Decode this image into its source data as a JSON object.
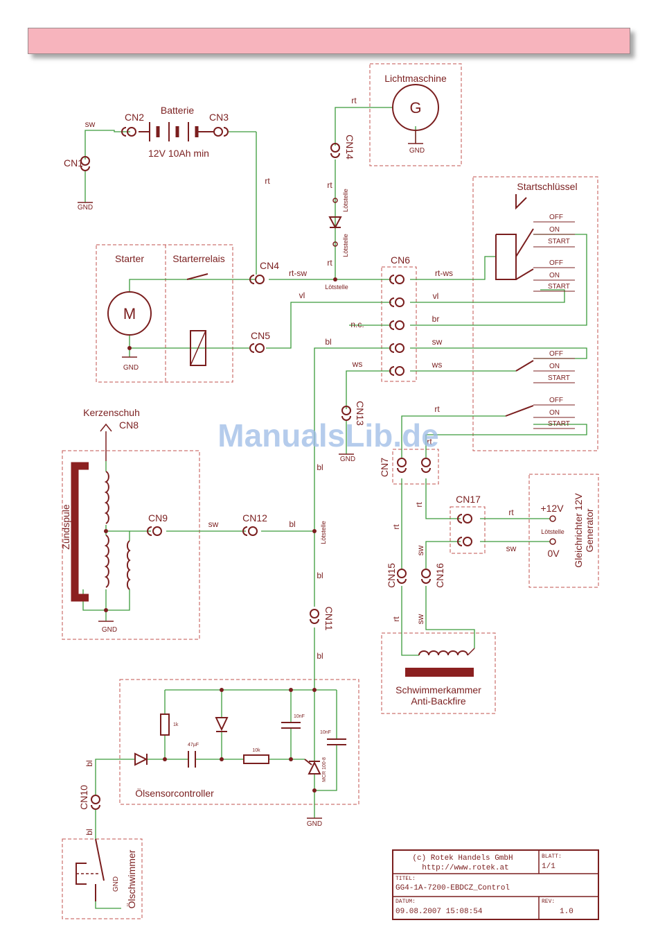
{
  "colors": {
    "wire": "#3a9a3a",
    "component": "#7a1e1e",
    "label": "#7a1e1e",
    "header": "#f7b4bd",
    "watermark": "#9dbce6"
  },
  "battery": {
    "label": "Batterie",
    "spec": "12V 10Ah min"
  },
  "generator": {
    "label": "Lichtmaschine",
    "symbol": "G"
  },
  "key": {
    "label": "Startschlüssel",
    "off": "OFF",
    "on": "ON",
    "start": "START"
  },
  "starter": {
    "label": "Starter",
    "symbol": "M"
  },
  "relay": {
    "label": "Starterrelais"
  },
  "gnd": "GND",
  "solder": "Lötstelle",
  "connectors": {
    "cn1": "CN1",
    "cn2": "CN2",
    "cn3": "CN3",
    "cn4": "CN4",
    "cn5": "CN5",
    "cn6": "CN6",
    "cn7": "CN7",
    "cn8": "CN8",
    "cn9": "CN9",
    "cn10": "CN10",
    "cn11": "CN11",
    "cn12": "CN12",
    "cn13": "CN13",
    "cn14": "CN14",
    "cn15": "CN15",
    "cn16": "CN16",
    "cn17": "CN17"
  },
  "wires": {
    "sw": "sw",
    "rt": "rt",
    "rt_sw": "rt-sw",
    "rt_ws": "rt-ws",
    "vl": "vl",
    "br": "br",
    "bl": "bl",
    "ws": "ws",
    "nc": "n.c."
  },
  "ignition": {
    "plug_label": "Kerzenschuh",
    "coil_label": "Zündspule"
  },
  "rectifier": {
    "label_line1": "Gleichrichter 12V",
    "label_line2": "Generator",
    "plus": "+12V",
    "zero": "0V"
  },
  "float_chamber": {
    "label_line1": "Schwimmerkammer",
    "label_line2": "Anti-Backfire"
  },
  "oil_controller": {
    "label": "Ölsensorcontroller",
    "r1": "1k",
    "c1": "47µF",
    "r2": "10k",
    "c2": "10nF",
    "c3": "10nF",
    "scr": "MCR 100-8"
  },
  "oil_float": {
    "label": "Ölschwimmer"
  },
  "watermark": "ManualsLib.de",
  "title_block": {
    "company": "(c) Rotek Handels GmbH",
    "url": "http://www.rotek.at",
    "sheet_label": "BLATT:",
    "sheet": "1/1",
    "title_label": "TITEL:",
    "title": "GG4-1A-7200-EBDCZ_Control",
    "date_label": "DATUM:",
    "date": "09.08.2007 15:08:54",
    "rev_label": "REV:",
    "rev": "1.0"
  }
}
